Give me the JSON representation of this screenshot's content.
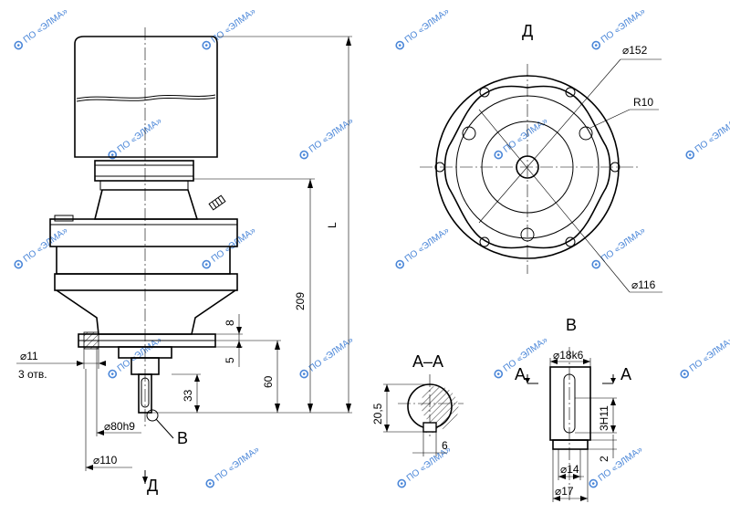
{
  "watermark": {
    "text": "ПО «ЭЛМА»",
    "color": "#4a86d8"
  },
  "views": {
    "view_d_title": "Д",
    "view_b_title": "В",
    "section_aa_title": "А–А",
    "callout_b": "В",
    "arrow_d": "Д",
    "section_mark_a": "А"
  },
  "dims": {
    "d152": "⌀152",
    "r10": "R10",
    "d116": "⌀116",
    "L": "L",
    "d209": "209",
    "d8": "8",
    "d5": "5",
    "d60": "60",
    "d33": "33",
    "d11": "⌀11",
    "holes": "3 отв.",
    "d80": "⌀80h9",
    "d110": "⌀110",
    "d205": "20,5",
    "d6": "6",
    "d18": "⌀18k6",
    "key": "3Н11",
    "d2": "2",
    "d14": "⌀14",
    "d17": "⌀17"
  }
}
